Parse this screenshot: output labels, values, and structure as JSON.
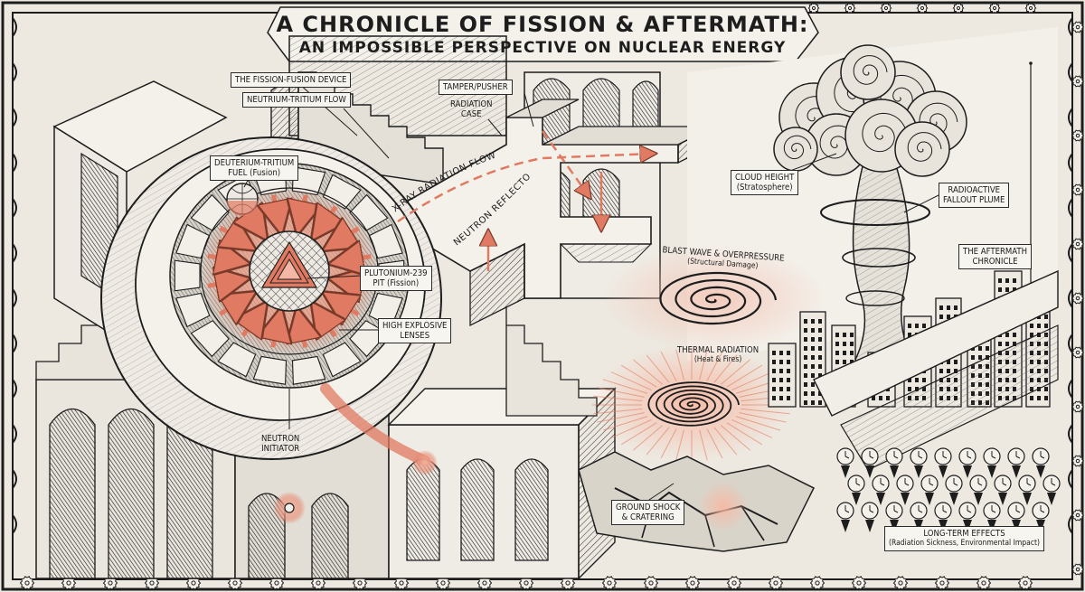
{
  "title": {
    "line1": "A CHRONICLE OF FISSION & AFTERMATH:",
    "line2": "AN IMPOSSIBLE PERSPECTIVE ON NUCLEAR ENERGY"
  },
  "labels": {
    "fission_fusion_device": "THE FISSION-FUSION DEVICE",
    "neutrium_tritium_flow": "NEUTRIUM-TRITIUM FLOW",
    "tamper_pusher": "TAMPER/PUSHER",
    "radiation_case_1": "RADIATION",
    "radiation_case_2": "CASE",
    "xray_flow": "X-RAY RADIATION FLOW",
    "neutron_reflector": "NEUTRON REFLECTOR",
    "dt_fuel_1": "DEUTERIUM-TRITIUM",
    "dt_fuel_2": "FUEL (Fusion)",
    "pu_pit_1": "PLUTONIUM-239",
    "pu_pit_2": "PIT (Fission)",
    "he_lenses_1": "HIGH EXPLOSIVE",
    "he_lenses_2": "LENSES",
    "neutron_initiator_1": "NEUTRON",
    "neutron_initiator_2": "INITIATOR",
    "cloud_height_1": "CLOUD HEIGHT",
    "cloud_height_2": "(Stratosphere)",
    "fallout_1": "RADIOACTIVE",
    "fallout_2": "FALLOUT PLUME",
    "aftermath_1": "THE AFTERMATH",
    "aftermath_2": "CHRONICLE",
    "blast_1": "BLAST WAVE & OVERPRESSURE",
    "blast_2": "(Structural Damage)",
    "thermal_1": "THERMAL RADIATION",
    "thermal_2": "(Heat & Fires)",
    "ground_shock_1": "GROUND SHOCK",
    "ground_shock_2": "& CRATERING",
    "long_term_1": "LONG-TERM EFFECTS",
    "long_term_2": "(Radiation Sickness, Environmental Impact)"
  },
  "colors": {
    "ink": "#1d1d1d",
    "paper": "#ede9e1",
    "accent": "#e07a62",
    "accent_light": "#f2b7a5"
  }
}
